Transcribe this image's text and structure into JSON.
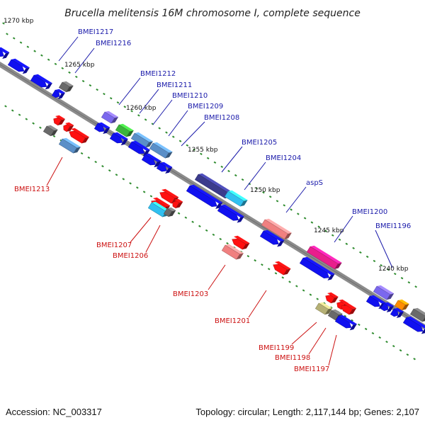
{
  "title": "Brucella melitensis 16M chromosome I, complete sequence",
  "footer": {
    "accession": "Accession: NC_003317",
    "topology": "Topology: circular; Length: 2,117,144 bp; Genes: 2,107"
  },
  "colors": {
    "forward_label": "#1a1aaa",
    "reverse_label": "#cc1111",
    "backbone": "#8c8c8c",
    "tick": "#2e8b2e"
  },
  "scale": [
    {
      "label": "1270 kbp",
      "pos": 0
    },
    {
      "label": "1265 kbp",
      "pos": 0.14
    },
    {
      "label": "1260 kbp",
      "pos": 0.285
    },
    {
      "label": "1255 kbp",
      "pos": 0.43
    },
    {
      "label": "1250 kbp",
      "pos": 0.575
    },
    {
      "label": "1245 kbp",
      "pos": 0.72
    },
    {
      "label": "1240 kbp",
      "pos": 0.865
    }
  ],
  "gene_labels": [
    {
      "text": "BMEI1217",
      "strand": "forward"
    },
    {
      "text": "BMEI1216",
      "strand": "forward"
    },
    {
      "text": "BMEI1212",
      "strand": "forward"
    },
    {
      "text": "BMEI1211",
      "strand": "forward"
    },
    {
      "text": "BMEI1210",
      "strand": "forward"
    },
    {
      "text": "BMEI1209",
      "strand": "forward"
    },
    {
      "text": "BMEI1208",
      "strand": "forward"
    },
    {
      "text": "BMEI1205",
      "strand": "forward"
    },
    {
      "text": "BMEI1204",
      "strand": "forward"
    },
    {
      "text": "aspS",
      "strand": "forward"
    },
    {
      "text": "BMEI1200",
      "strand": "forward"
    },
    {
      "text": "BMEI1196",
      "strand": "forward"
    },
    {
      "text": "BMEI1213",
      "strand": "reverse"
    },
    {
      "text": "BMEI1207",
      "strand": "reverse"
    },
    {
      "text": "BMEI1206",
      "strand": "reverse"
    },
    {
      "text": "BMEI1203",
      "strand": "reverse"
    },
    {
      "text": "BMEI1201",
      "strand": "reverse"
    },
    {
      "text": "BMEI1199",
      "strand": "reverse"
    },
    {
      "text": "BMEI1198",
      "strand": "reverse"
    },
    {
      "text": "BMEI1197",
      "strand": "reverse"
    }
  ]
}
